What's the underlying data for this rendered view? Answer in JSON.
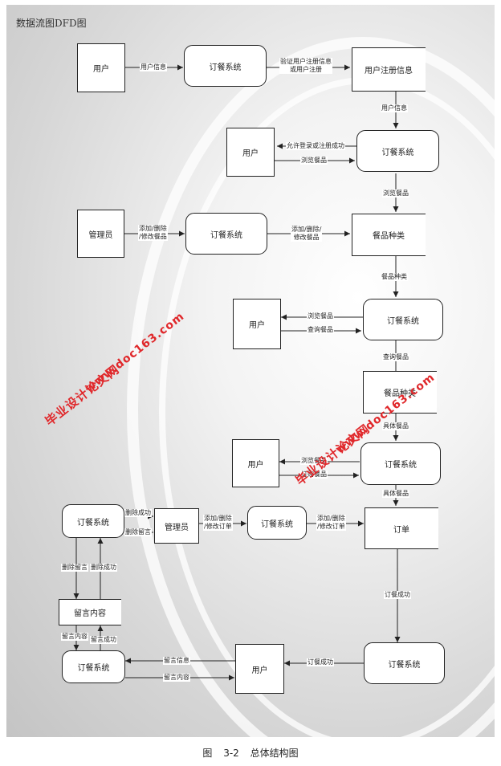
{
  "page": {
    "title": "数据流图DFD图",
    "caption": "图 3-2   总体结构图"
  },
  "nodes": {
    "user_1": "用户",
    "order_system_1": "订餐系统",
    "user_register_info": "用户注册信息",
    "user_2": "用户",
    "order_system_2": "订餐系统",
    "admin_1": "管理员",
    "order_system_3": "订餐系统",
    "food_category_store": "餐品种类",
    "user_3": "用户",
    "order_system_4": "订餐系统",
    "food_store": "餐品种类",
    "user_4": "用户",
    "order_system_5": "订餐系统",
    "order_system_6": "订餐系统",
    "admin_2": "管理员",
    "order_system_7": "订餐系统",
    "orders_store": "订单",
    "message_store": "留言内容",
    "order_system_8": "订餐系统",
    "user_5": "用户",
    "order_system_9": "订餐系统"
  },
  "flows": {
    "user_info_1": "用户信息",
    "verify_register": "验证用户注册信息\n或用户注册",
    "user_info_2": "用户信息",
    "allow_login": "允许登录或注册成功",
    "browse_food_1": "浏览餐品",
    "browse_food_2": "浏览餐品",
    "admin_add_delete_food": "添加/删除\n/修改餐品",
    "system_add_delete_food": "添加/删除/\n修改餐品",
    "food_category": "餐品种类",
    "browse_food_3": "浏览餐品",
    "query_food_1": "查询餐品",
    "query_food_2": "查询餐品",
    "specific_food_1": "具体餐品",
    "browse_food_4": "浏览餐品",
    "order_food": "订购餐品",
    "specific_food_2": "具体餐品",
    "delete_success_1": "删除成功",
    "delete_message_1": "删除留言",
    "admin_add_delete_order": "添加/删除\n/修改订单",
    "system_add_delete_order": "添加/删除\n/修改订单",
    "delete_message_2": "删除留言",
    "delete_success_2": "删除成功",
    "message_info_short": "留言内容",
    "leave_success": "留言成功",
    "message_info": "留言信息",
    "message_content": "留言内容",
    "order_success_1": "订餐成功",
    "order_success_2": "订餐成功"
  },
  "watermarks": {
    "site_name": "毕业设计论文网",
    "site_url": "www.doc163.com"
  },
  "colors": {
    "watermark": "#e0282b",
    "line": "#222222",
    "background": "#d8d8d8"
  }
}
